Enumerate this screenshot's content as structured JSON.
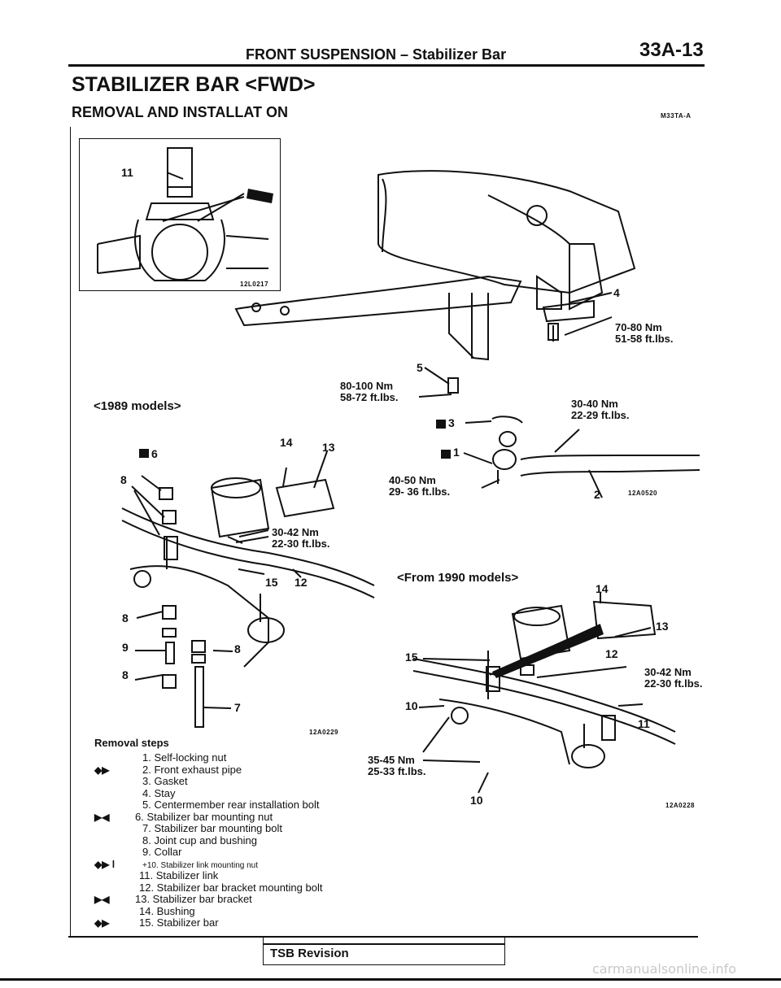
{
  "header": {
    "section_title": "FRONT SUSPENSION – Stabilizer Bar",
    "page_number": "33A-13"
  },
  "title": {
    "main": "STABILIZER BAR <FWD>",
    "sub": "REMOVAL AND INSTALLAT ON",
    "code": "M33TA-A"
  },
  "figures": {
    "inset_code": "12L0217",
    "inset_label": "11",
    "crossmember_code": "12A0520",
    "model1989_code": "12A0229",
    "model1990_code": "12A0228",
    "model1989_caption": "<1989 models>",
    "model1990_caption": "<From 1990 models>"
  },
  "callouts": {
    "c4": "4",
    "c5": "5",
    "c3": "3",
    "c1": "1",
    "c2": "2",
    "c6": "6",
    "c8a": "8",
    "c14a": "14",
    "c13a": "13",
    "c15a": "15",
    "c12a": "12",
    "c8b": "8",
    "c9": "9",
    "c8c": "8",
    "c8d": "8",
    "c7": "7",
    "c14b": "14",
    "c13b": "13",
    "c12b": "12",
    "c15b": "15",
    "c10a": "10",
    "c11": "11",
    "c10b": "10"
  },
  "torques": {
    "t4_nm": "70-80 Nm",
    "t4_ft": "51-58 ft.lbs.",
    "t5_nm": "80-100 Nm",
    "t5_ft": "58-72 ft.lbs.",
    "t3_nm": "30-40 Nm",
    "t3_ft": "22-29 ft.lbs.",
    "t1_nm": "40-50 Nm",
    "t1_ft": "29- 36 ft.lbs.",
    "ta_nm": "30-42 Nm",
    "ta_ft": "22-30 ft.lbs.",
    "tb_nm": "30-42 Nm",
    "tb_ft": "22-30 ft.lbs.",
    "tc_nm": "35-45 Nm",
    "tc_ft": "25-33 ft.lbs."
  },
  "removal": {
    "heading": "Removal steps",
    "steps": [
      {
        "sym": "",
        "text": "1. Self-locking nut"
      },
      {
        "sym": "◆▶",
        "text": "2. Front exhaust pipe"
      },
      {
        "sym": "",
        "text": "3. Gasket"
      },
      {
        "sym": "",
        "text": "4. Stay"
      },
      {
        "sym": "",
        "text": "5. Centermember rear installation bolt"
      },
      {
        "sym": "▶◀",
        "text": "6. Stabilizer bar mounting nut"
      },
      {
        "sym": "",
        "text": "7. Stabilizer bar mounting bolt"
      },
      {
        "sym": "",
        "text": "8. Joint cup and bushing"
      },
      {
        "sym": "",
        "text": "9. Collar"
      },
      {
        "sym": "◆▶   l",
        "text": "+10. Stabilizer link mounting nut"
      },
      {
        "sym": "",
        "text": "11. Stabilizer link"
      },
      {
        "sym": "",
        "text": "12. Stabilizer bar bracket mounting bolt"
      },
      {
        "sym": "▶◀",
        "text": "13. Stabilizer bar bracket"
      },
      {
        "sym": "",
        "text": "14. Bushing"
      },
      {
        "sym": "◆▶",
        "text": "15. Stabilizer bar"
      }
    ]
  },
  "footer": {
    "tsb": "TSB Revision",
    "watermark": "carmanualsonline.info"
  }
}
